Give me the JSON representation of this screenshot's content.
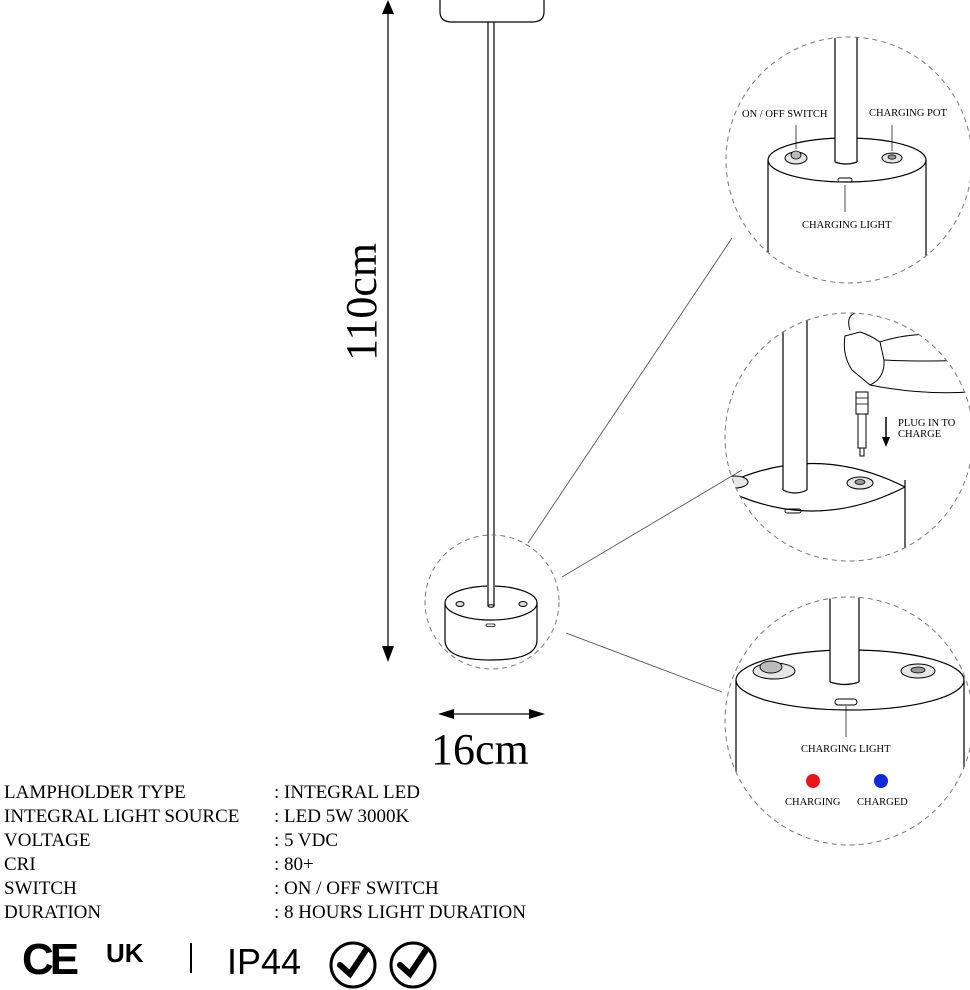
{
  "dimensions": {
    "height": "110cm",
    "width": "16cm"
  },
  "callouts": {
    "top": {
      "switch_label": "ON / OFF SWITCH",
      "port_label": "CHARGING POT",
      "light_label": "CHARGING LIGHT"
    },
    "middle": {
      "plug_line1": "PLUG IN TO",
      "plug_line2": "CHARGE"
    },
    "bottom": {
      "light_label": "CHARGING LIGHT",
      "charging_label": "CHARGING",
      "charged_label": "CHARGED",
      "charging_color": "#e8141b",
      "charged_color": "#1428d8"
    }
  },
  "specs": [
    {
      "key": "LAMPHOLDER TYPE",
      "value": ": INTEGRAL LED"
    },
    {
      "key": "INTEGRAL LIGHT SOURCE",
      "value": ": LED 5W 3000K"
    },
    {
      "key": "VOLTAGE",
      "value": ": 5 VDC"
    },
    {
      "key": "CRI",
      "value": ": 80+"
    },
    {
      "key": "SWITCH",
      "value": ": ON / OFF SWITCH"
    },
    {
      "key": "DURATION",
      "value": ": 8 HOURS LIGHT DURATION"
    }
  ],
  "certifications": {
    "ce": "CE",
    "ukca": "UK",
    "ip": "IP44"
  }
}
